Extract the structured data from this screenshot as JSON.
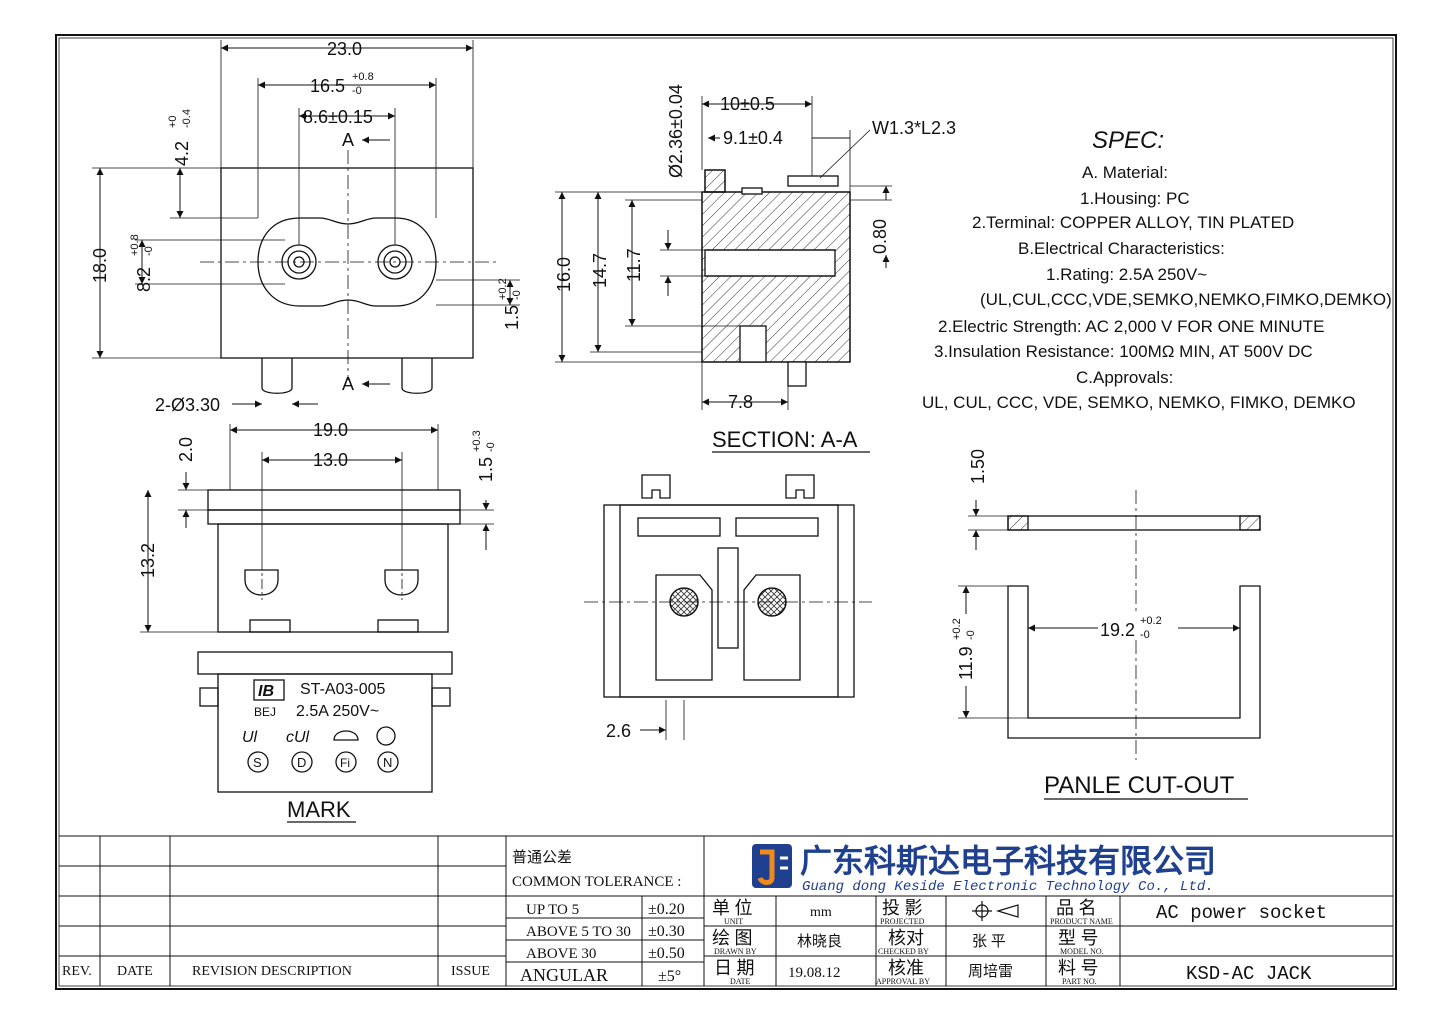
{
  "top_view": {
    "dim_overall": "23.0",
    "dim_mid": "16.5",
    "dim_mid_tol": "+0.8",
    "dim_mid_tol_low": "-0",
    "dim_inner": "8.6±0.15",
    "dim_left_top": "4.2",
    "dim_left_top_tol": "+0",
    "dim_left_top_tol_low": "-0.4",
    "dim_height": "18.0",
    "dim_hole": "8.2",
    "dim_hole_tol": "+0.8",
    "dim_hole_tol_low": "-0",
    "dim_right": "1.5",
    "dim_right_tol": "+0.2",
    "dim_right_tol_low": "-0",
    "pin_dia": "2-Ø3.30",
    "section_marker": "A"
  },
  "section_view": {
    "dim_10": "10±0.5",
    "dim_9": "9.1±0.4",
    "dim_dia": "Ø2.36±0.04",
    "dim_w": "W1.3*L2.3",
    "dim_16": "16.0",
    "dim_147": "14.7",
    "dim_117": "11.7",
    "dim_080": "0.80",
    "dim_78": "7.8",
    "title": "SECTION: A-A"
  },
  "spec": {
    "heading": "SPEC:",
    "lines": [
      "A. Material:",
      "1.Housing: PC",
      "2.Terminal: COPPER ALLOY, TIN PLATED",
      "B.Electrical Characteristics:",
      "1.Rating:  2.5A 250V~",
      "(UL,CUL,CCC,VDE,SEMKO,NEMKO,FIMKO,DEMKO)",
      "2.Electric Strength: AC 2,000 V FOR ONE MINUTE",
      "3.Insulation Resistance: 100MΩ MIN, AT 500V DC",
      "C.Approvals:",
      "UL, CUL, CCC, VDE, SEMKO, NEMKO, FIMKO, DEMKO"
    ]
  },
  "side_view": {
    "dim_19": "19.0",
    "dim_13": "13.0",
    "dim_2": "2.0",
    "dim_15": "1.5",
    "dim_15_tol": "+0.3",
    "dim_15_tol_low": "-0",
    "dim_132": "13.2"
  },
  "mark": {
    "brand": "BEJ",
    "model": "ST-A03-005",
    "rating": "2.5A  250V~",
    "symbols": [
      "S",
      "D",
      "Fi",
      "N"
    ],
    "title": "MARK"
  },
  "bottom_view": {
    "dim_26": "2.6"
  },
  "cutout": {
    "dim_150": "1.50",
    "dim_192": "19.2",
    "dim_192_tol": "+0.2",
    "dim_192_tol_low": "-0",
    "dim_119": "11.9",
    "dim_119_tol": "+0.2",
    "dim_119_tol_low": "-0",
    "title": "PANLE CUT-OUT"
  },
  "title_block": {
    "rev_headers": [
      "REV.",
      "DATE",
      "REVISION  DESCRIPTION",
      "ISSUE"
    ],
    "tolerance_title_cn": "普通公差",
    "tolerance_title_en": "COMMON TOLERANCE :",
    "tolerances": [
      {
        "range": "UP TO 5",
        "value": "±0.20"
      },
      {
        "range": "ABOVE 5 TO 30",
        "value": "±0.30"
      },
      {
        "range": "ABOVE 30",
        "value": "±0.50"
      },
      {
        "range": "ANGULAR",
        "value": "±5°"
      }
    ],
    "company_cn": "广东科斯达电子科技有限公司",
    "company_en": "Guang dong Keside  Electronic Technology Co., Ltd.",
    "unit_cn": "单 位",
    "unit_en": "UNIT",
    "unit_value": "mm",
    "projected_cn": "投 影",
    "projected_en": "PROJECTED",
    "product_cn": "品 名",
    "product_en": "PRODUCT NAME",
    "product_value": "AC power socket",
    "drawn_cn": "绘 图",
    "drawn_en": "DRAWN BY",
    "drawn_value": "林晓良",
    "checked_cn": "核对",
    "checked_en": "CHECKED BY",
    "checked_value": "张 平",
    "model_cn": "型 号",
    "model_en": "MODEL NO.",
    "date_cn": "日 期",
    "date_en": "DATE",
    "date_value": "19.08.12",
    "approval_cn": "核准",
    "approval_en": "APPROVAL BY",
    "approval_value": "周培雷",
    "part_cn": "料 号",
    "part_en": "PART NO.",
    "part_value": "KSD-AC JACK"
  }
}
